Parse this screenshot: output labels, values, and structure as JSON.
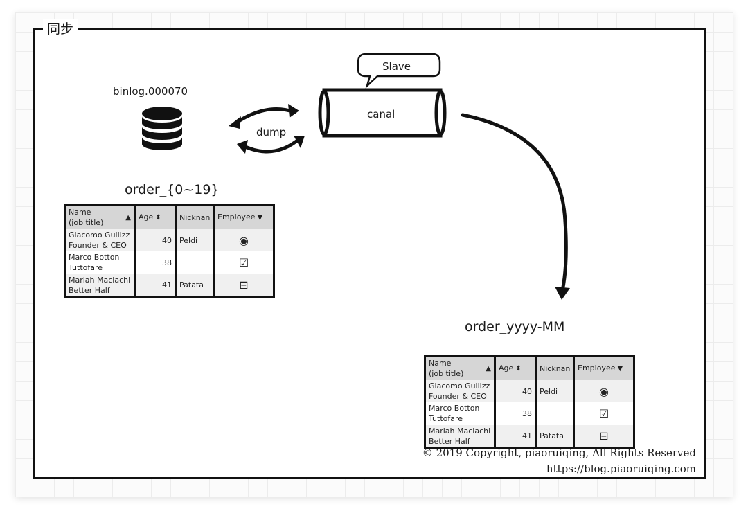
{
  "frame": {
    "title": "同步"
  },
  "source": {
    "binlog_label": "binlog.000070",
    "icon": "database-icon"
  },
  "link": {
    "label": "dump",
    "icon": "bidirectional-arrows-icon"
  },
  "canal": {
    "label": "canal",
    "callout": "Slave"
  },
  "tables": [
    {
      "title": "order_{0~19}",
      "headers": {
        "name": "Name\n(job title)",
        "age": "Age",
        "nick": "Nicknan",
        "emp": "Employee"
      },
      "rows": [
        {
          "name": "Giacomo Guilizz",
          "title": "Founder & CEO",
          "age": "40",
          "nick": "Peldi",
          "emp": "◉"
        },
        {
          "name": "Marco Botton",
          "title": "Tuttofare",
          "age": "38",
          "nick": "",
          "emp": "☑"
        },
        {
          "name": "Mariah Maclachl",
          "title": "Better Half",
          "age": "41",
          "nick": "Patata",
          "emp": "⊟"
        }
      ]
    },
    {
      "title": "order_yyyy-MM",
      "headers": {
        "name": "Name\n(job title)",
        "age": "Age",
        "nick": "Nicknan",
        "emp": "Employee"
      },
      "rows": [
        {
          "name": "Giacomo Guilizz",
          "title": "Founder & CEO",
          "age": "40",
          "nick": "Peldi",
          "emp": "◉"
        },
        {
          "name": "Marco Botton",
          "title": "Tuttofare",
          "age": "38",
          "nick": "",
          "emp": "☑"
        },
        {
          "name": "Mariah Maclachl",
          "title": "Better Half",
          "age": "41",
          "nick": "Patata",
          "emp": "⊟"
        }
      ]
    }
  ],
  "header_icons": {
    "name_sort": "▲",
    "age_sort": "⬍",
    "emp_sort": "▼"
  },
  "footer": {
    "copyright": "© 2019 Copyright, piaoruiqing, All Rights Reserved",
    "url": "https://blog.piaoruiqing.com"
  }
}
